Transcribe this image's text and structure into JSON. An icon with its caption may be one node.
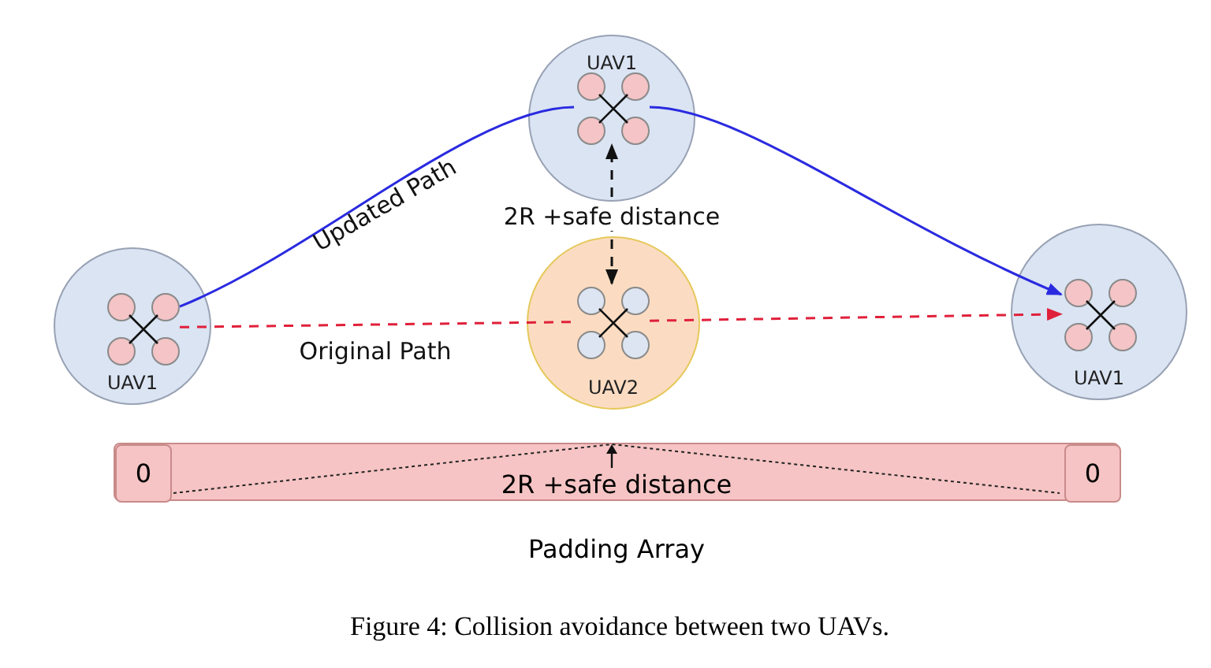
{
  "diagram": {
    "caption": "Figure 4: Collision avoidance between two UAVs.",
    "nodes": [
      {
        "text": [
          "UAV1"
        ]
      },
      {
        "text": [],
        "shape": "picture",
        "in": 0
      },
      {
        "text": [
          "UAV1"
        ]
      },
      {
        "text": [],
        "shape": "picture",
        "in": 2
      },
      {
        "text": [
          "UAV2"
        ]
      },
      {
        "text": [],
        "shape": "picture",
        "in": 4
      },
      {
        "text": [
          "UAV1"
        ]
      },
      {
        "text": [],
        "shape": "picture",
        "in": 6
      },
      {
        "text": [
          "2R +safe distance"
        ],
        "beside": [
          "Padding Array"
        ]
      },
      {
        "text": [
          "0"
        ],
        "in": 8
      },
      {
        "text": [
          "0"
        ],
        "in": 8
      }
    ],
    "edges": [
      {
        "from": 1,
        "to": 3,
        "arrow": "none",
        "color": "#2a2ae0",
        "label": "Updated Path"
      },
      {
        "from": 3,
        "to": 7,
        "arrow": "to",
        "color": "#2a2ae0"
      },
      {
        "from": 1,
        "to": 5,
        "arrow": "none",
        "style": "dashed",
        "color": "#e0203a",
        "label": "Original Path"
      },
      {
        "from": 5,
        "to": 7,
        "arrow": "to",
        "style": "dashed",
        "color": "#e0203a"
      },
      {
        "from": 5,
        "to": 3,
        "arrow": "both",
        "style": "dashed",
        "color": "#111111",
        "label": "2R +safe distance"
      }
    ]
  }
}
